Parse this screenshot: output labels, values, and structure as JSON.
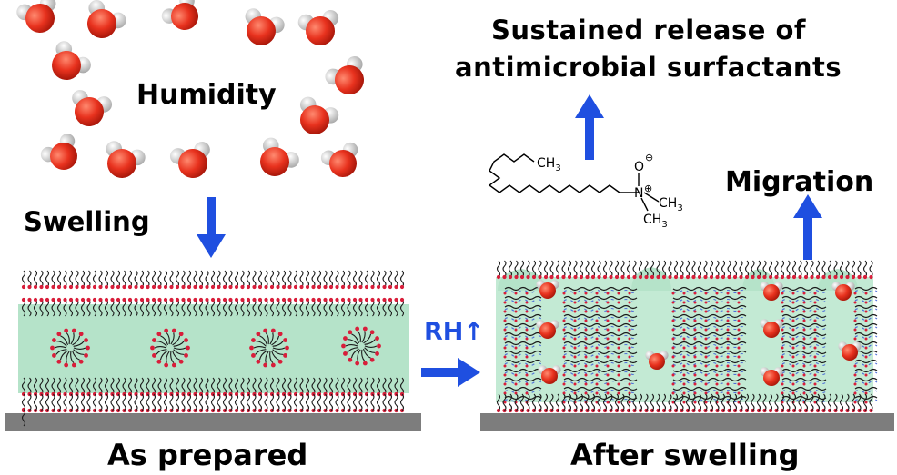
{
  "labels": {
    "humidity": "Humidity",
    "swelling": "Swelling",
    "as_prepared": "As prepared",
    "after_swelling": "After swelling",
    "rh": "RH↑",
    "migration": "Migration",
    "release_line1": "Sustained release of",
    "release_line2": "antimicrobial surfactants"
  },
  "molecule": {
    "ch3_top": "CH",
    "ch3_sub": "3",
    "oxygen": "O",
    "minus": "⊖",
    "nitrogen": "N",
    "plus": "⊕",
    "ch3_right": "CH",
    "ch3_right_sub": "3",
    "ch3_bottom": "CH",
    "ch3_bottom_sub": "3"
  },
  "colors": {
    "arrow": "#1f4fe0",
    "water_oxygen": "#e8321e",
    "film": "#b5e3c9",
    "substrate": "#7d7d7d",
    "headgroup": "#d81e3a",
    "rh_text": "#1f4fe0"
  }
}
